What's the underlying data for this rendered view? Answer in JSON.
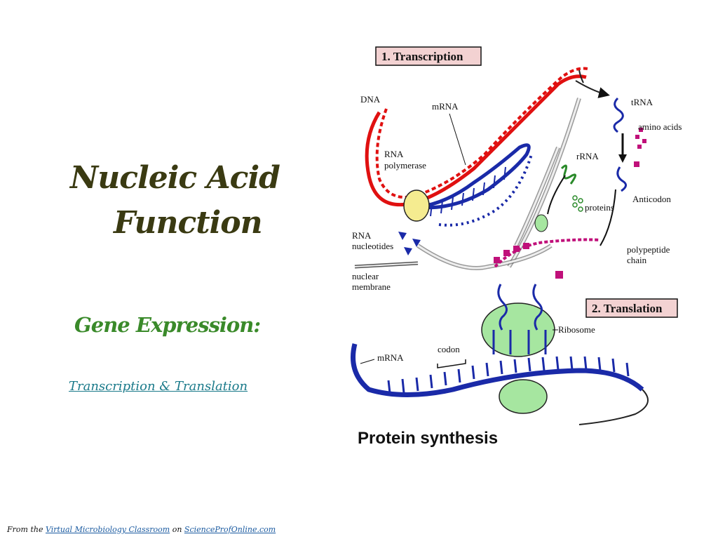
{
  "slide": {
    "title_line1": "Nucleic Acid",
    "title_line2": "Function",
    "subtitle": "Gene Expression:",
    "link_text": "Transcription & Translation"
  },
  "footer": {
    "prefix": "From the",
    "link1": "Virtual Microbiology Classroom",
    "middle": "on",
    "link2": "ScienceProfOnline.com"
  },
  "diagram": {
    "box1": "1. Transcription",
    "box2": "2. Translation",
    "caption": "Protein synthesis",
    "labels": {
      "dna": "DNA",
      "mrna_top": "mRNA",
      "rna_poly_1": "RNA",
      "rna_poly_2": "polymerase",
      "rna_nuc_1": "RNA",
      "rna_nuc_2": "nucleotides",
      "membrane_1": "nuclear",
      "membrane_2": "membrane",
      "trna": "tRNA",
      "amino_1": "amino acids",
      "rrna": "rRNA",
      "proteins": "proteins",
      "anticodon": "Anticodon",
      "polypeptide_1": "polypeptide",
      "polypeptide_2": "chain",
      "ribosome": "Ribosome",
      "codon": "codon",
      "mrna_bottom": "mRNA"
    },
    "colors": {
      "dna": "#e01010",
      "mrna": "#1a2aa8",
      "polymerase": "#f5ec90",
      "ribosome": "#a6e6a0",
      "rrna": "#2a8a2a",
      "amino": "#c0107a",
      "box_bg": "#f3d2d2"
    }
  }
}
